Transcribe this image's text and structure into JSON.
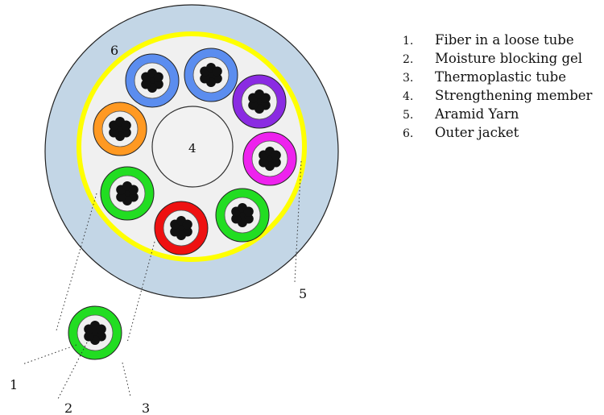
{
  "diagram": {
    "colors": {
      "jacket": "#c3d6e6",
      "yarn": "#ffff00",
      "interior": "#f0f0f0",
      "fiber": "#111111",
      "leader": "#333333"
    },
    "callouts": {
      "n1": "1",
      "n2": "2",
      "n3": "3",
      "n4": "4",
      "n5": "5",
      "n6": "6"
    },
    "tubes": [
      {
        "color": "#5b8def",
        "name": "blue"
      },
      {
        "color": "#5b8def",
        "name": "blue"
      },
      {
        "color": "#8a2be2",
        "name": "violet"
      },
      {
        "color": "#ee22ee",
        "name": "magenta"
      },
      {
        "color": "#22dd22",
        "name": "green"
      },
      {
        "color": "#ee1111",
        "name": "red"
      },
      {
        "color": "#22dd22",
        "name": "green"
      },
      {
        "color": "#ff9922",
        "name": "orange"
      }
    ],
    "detail_tube": {
      "color": "#22dd22",
      "name": "green"
    }
  },
  "legend": {
    "items": [
      {
        "num": "1.",
        "label": "Fiber in a loose tube"
      },
      {
        "num": "2.",
        "label": "Moisture blocking gel"
      },
      {
        "num": "3.",
        "label": "Thermoplastic tube"
      },
      {
        "num": "4.",
        "label": "Strengthening member"
      },
      {
        "num": "5.",
        "label": "Aramid Yarn"
      },
      {
        "num": "6.",
        "label": "Outer jacket"
      }
    ]
  }
}
